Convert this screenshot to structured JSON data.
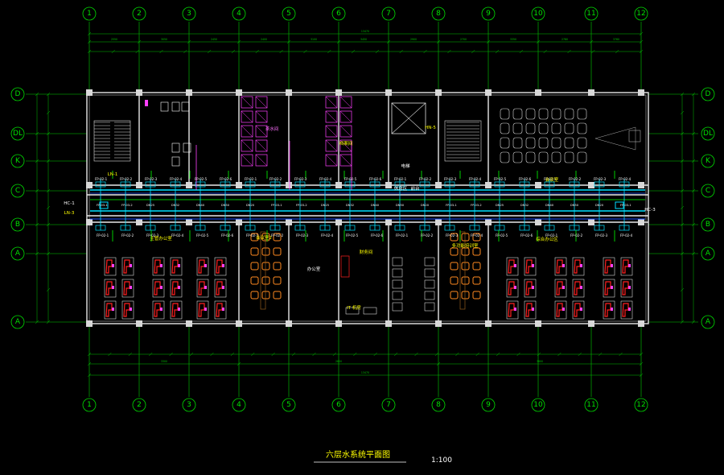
{
  "drawing": {
    "title": "六层水系统平面图",
    "scale": "1:100"
  },
  "axes": {
    "columns": [
      "1",
      "2",
      "3",
      "4",
      "5",
      "6",
      "7",
      "8",
      "9",
      "10",
      "11",
      "12"
    ],
    "rows": [
      "D",
      "DL",
      "K",
      "C",
      "B",
      "A",
      "A"
    ]
  },
  "dimensions": {
    "top_outer": "13470",
    "top_inner": [
      "2550",
      "3050",
      "2450",
      "2400",
      "3100",
      "3450",
      "2900",
      "2700",
      "3350",
      "2780",
      "3760"
    ],
    "bottom_outer": "13470",
    "bottom_inner": [
      "3300",
      "2600",
      "3600",
      "3100",
      "2450",
      "2700",
      "3350",
      "2780",
      "3760"
    ]
  },
  "room_labels": [
    {
      "text": "LN-1",
      "color": "#ffff00"
    },
    {
      "text": "LN-3",
      "color": "#ffff00"
    },
    {
      "text": "HN-5",
      "color": "#ffff00"
    },
    {
      "text": "休息区",
      "color": "#ffffff"
    },
    {
      "text": "电梯",
      "color": "#ffffff"
    },
    {
      "text": "茶水间",
      "color": "#ff70ff"
    },
    {
      "text": "会议室",
      "color": "#ffff00"
    },
    {
      "text": "主管办公室",
      "color": "#ffff00"
    },
    {
      "text": "IT 机房",
      "color": "#ffff00"
    },
    {
      "text": "财务间",
      "color": "#ffff00"
    },
    {
      "text": "档案间",
      "color": "#ffff00"
    },
    {
      "text": "办公室",
      "color": "#ffffff"
    },
    {
      "text": "综合办公区",
      "color": "#ffff00"
    },
    {
      "text": "会议室2",
      "color": "#ffff00"
    },
    {
      "text": "多功能培训室",
      "color": "#ffff00"
    },
    {
      "text": "前台",
      "color": "#ffffff"
    },
    {
      "text": "HC-1",
      "color": "#ffffff"
    },
    {
      "text": "HC-3",
      "color": "#ffffff"
    }
  ],
  "equipment_tags": [
    "FP-02-1",
    "FP-02-2",
    "FP-02-3",
    "FP-02-4",
    "FP-02-5",
    "FP-02-6",
    "FP-03-1",
    "FP-03-2",
    "DN25",
    "DN32",
    "DN40",
    "DN50",
    "DN20"
  ],
  "colors": {
    "axis": "#00e000",
    "wall": "#e8e8e8",
    "pipe_cyan": "#00e0ff",
    "pipe_green": "#00ff00",
    "pipe_blue": "#1c50ff",
    "furniture_red": "#ff2020",
    "furniture_magenta": "#ff40ff",
    "furniture_orange": "#ff8a20",
    "text_yellow": "#ffff00"
  }
}
